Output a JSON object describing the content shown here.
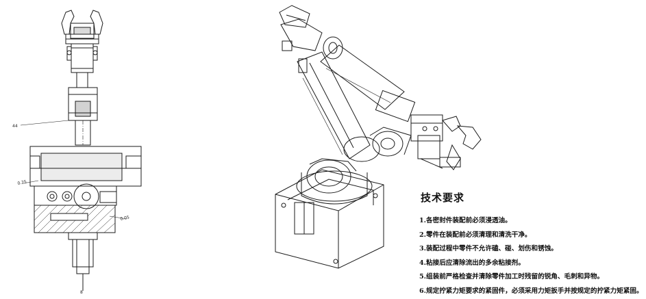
{
  "drawing": {
    "left_view": {
      "label_left": "44",
      "label_bottom": "8",
      "dim_left": "0.25",
      "dim_right": "0.05"
    }
  },
  "technical_requirements": {
    "title": "技术要求",
    "items": [
      "1.各密封件装配前必须浸透油。",
      "2.零件在装配前必须清理和清洗干净。",
      "3.装配过程中零件不允许磕、碰、划伤和锈蚀。",
      "4.粘接后应清除流出的多余粘接剂。",
      "5.组装前严格检查并清除零件加工时残留的锐角、毛刺和异物。",
      "6.规定拧紧力矩要求的紧固件，必须采用力矩扳手并按规定的拧紧力矩紧固。"
    ]
  },
  "colors": {
    "line": "#1a1a1a",
    "background": "#ffffff"
  }
}
